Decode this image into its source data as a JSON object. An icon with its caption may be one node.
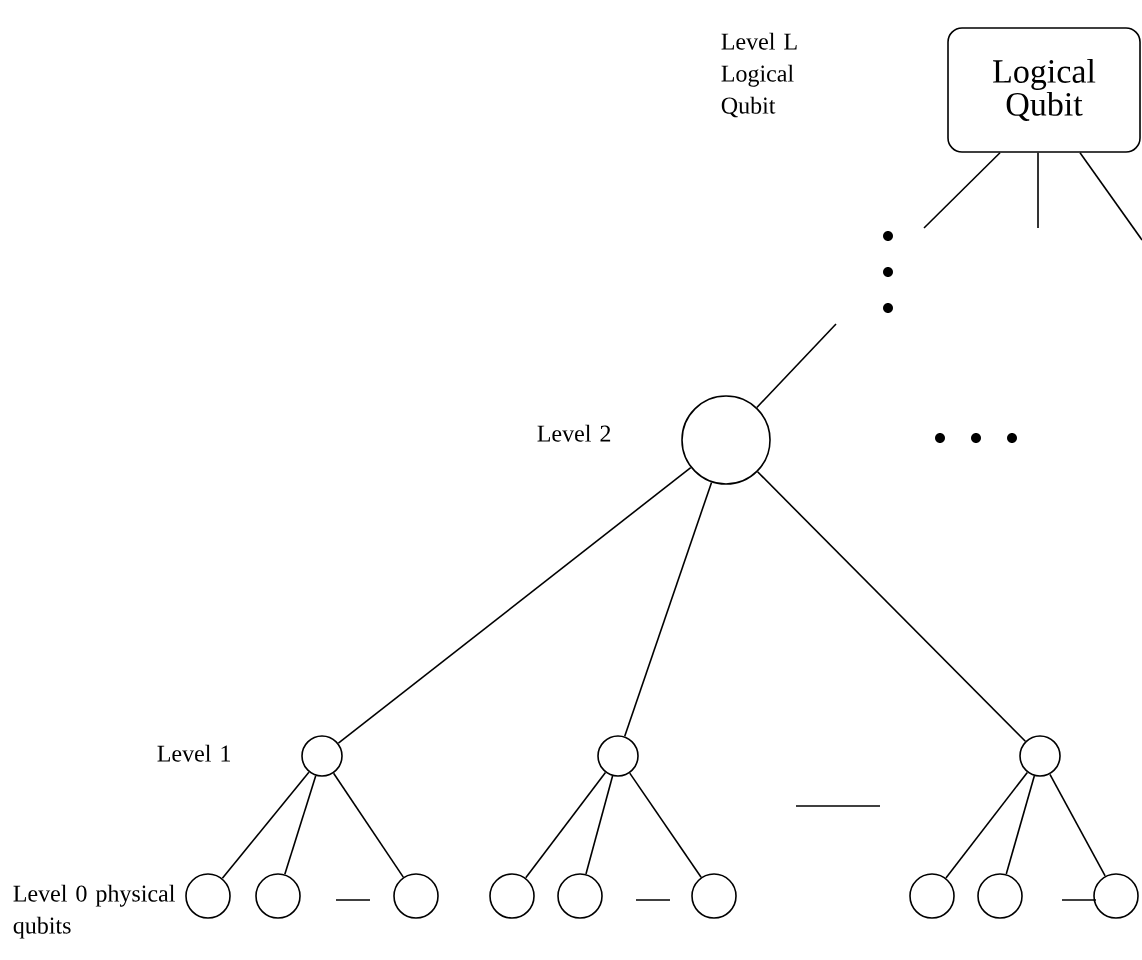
{
  "diagram": {
    "nodes": [
      {
        "text": [
          "Logical Qubit"
        ]
      },
      {
        "text": [],
        "shape": "circle",
        "beside": [
          "Level 2"
        ]
      },
      {
        "text": [],
        "shape": "circle",
        "beside": [
          "Level 1"
        ]
      },
      {
        "text": [],
        "shape": "circle"
      },
      {
        "text": [],
        "shape": "circle"
      },
      {
        "text": [],
        "shape": "circle",
        "beside": [
          "Level 0 physical qubits"
        ]
      },
      {
        "text": [],
        "shape": "circle"
      },
      {
        "text": [],
        "shape": "circle"
      },
      {
        "text": [],
        "shape": "circle"
      },
      {
        "text": [],
        "shape": "circle"
      },
      {
        "text": [],
        "shape": "circle"
      },
      {
        "text": [],
        "shape": "circle"
      },
      {
        "text": [],
        "shape": "circle"
      },
      {
        "text": [],
        "shape": "circle"
      }
    ],
    "edges": [
      {
        "from": 0,
        "to": null,
        "arrow": "none"
      },
      {
        "from": 0,
        "to": null,
        "arrow": "none"
      },
      {
        "from": 0,
        "to": null,
        "arrow": "none"
      },
      {
        "from": 1,
        "to": null,
        "arrow": "none"
      },
      {
        "from": 1,
        "to": 2,
        "arrow": "none"
      },
      {
        "from": 1,
        "to": 3,
        "arrow": "none"
      },
      {
        "from": 1,
        "to": 4,
        "arrow": "none"
      },
      {
        "from": 2,
        "to": 5,
        "arrow": "none"
      },
      {
        "from": 2,
        "to": 6,
        "arrow": "none"
      },
      {
        "from": 2,
        "to": 7,
        "arrow": "none"
      },
      {
        "from": 3,
        "to": 8,
        "arrow": "none"
      },
      {
        "from": 3,
        "to": 9,
        "arrow": "none"
      },
      {
        "from": 3,
        "to": 10,
        "arrow": "none"
      },
      {
        "from": 4,
        "to": 11,
        "arrow": "none"
      },
      {
        "from": 4,
        "to": 12,
        "arrow": "none"
      },
      {
        "from": 4,
        "to": 13,
        "arrow": "none"
      }
    ],
    "labels": [
      "Level L Logical Qubit"
    ]
  }
}
